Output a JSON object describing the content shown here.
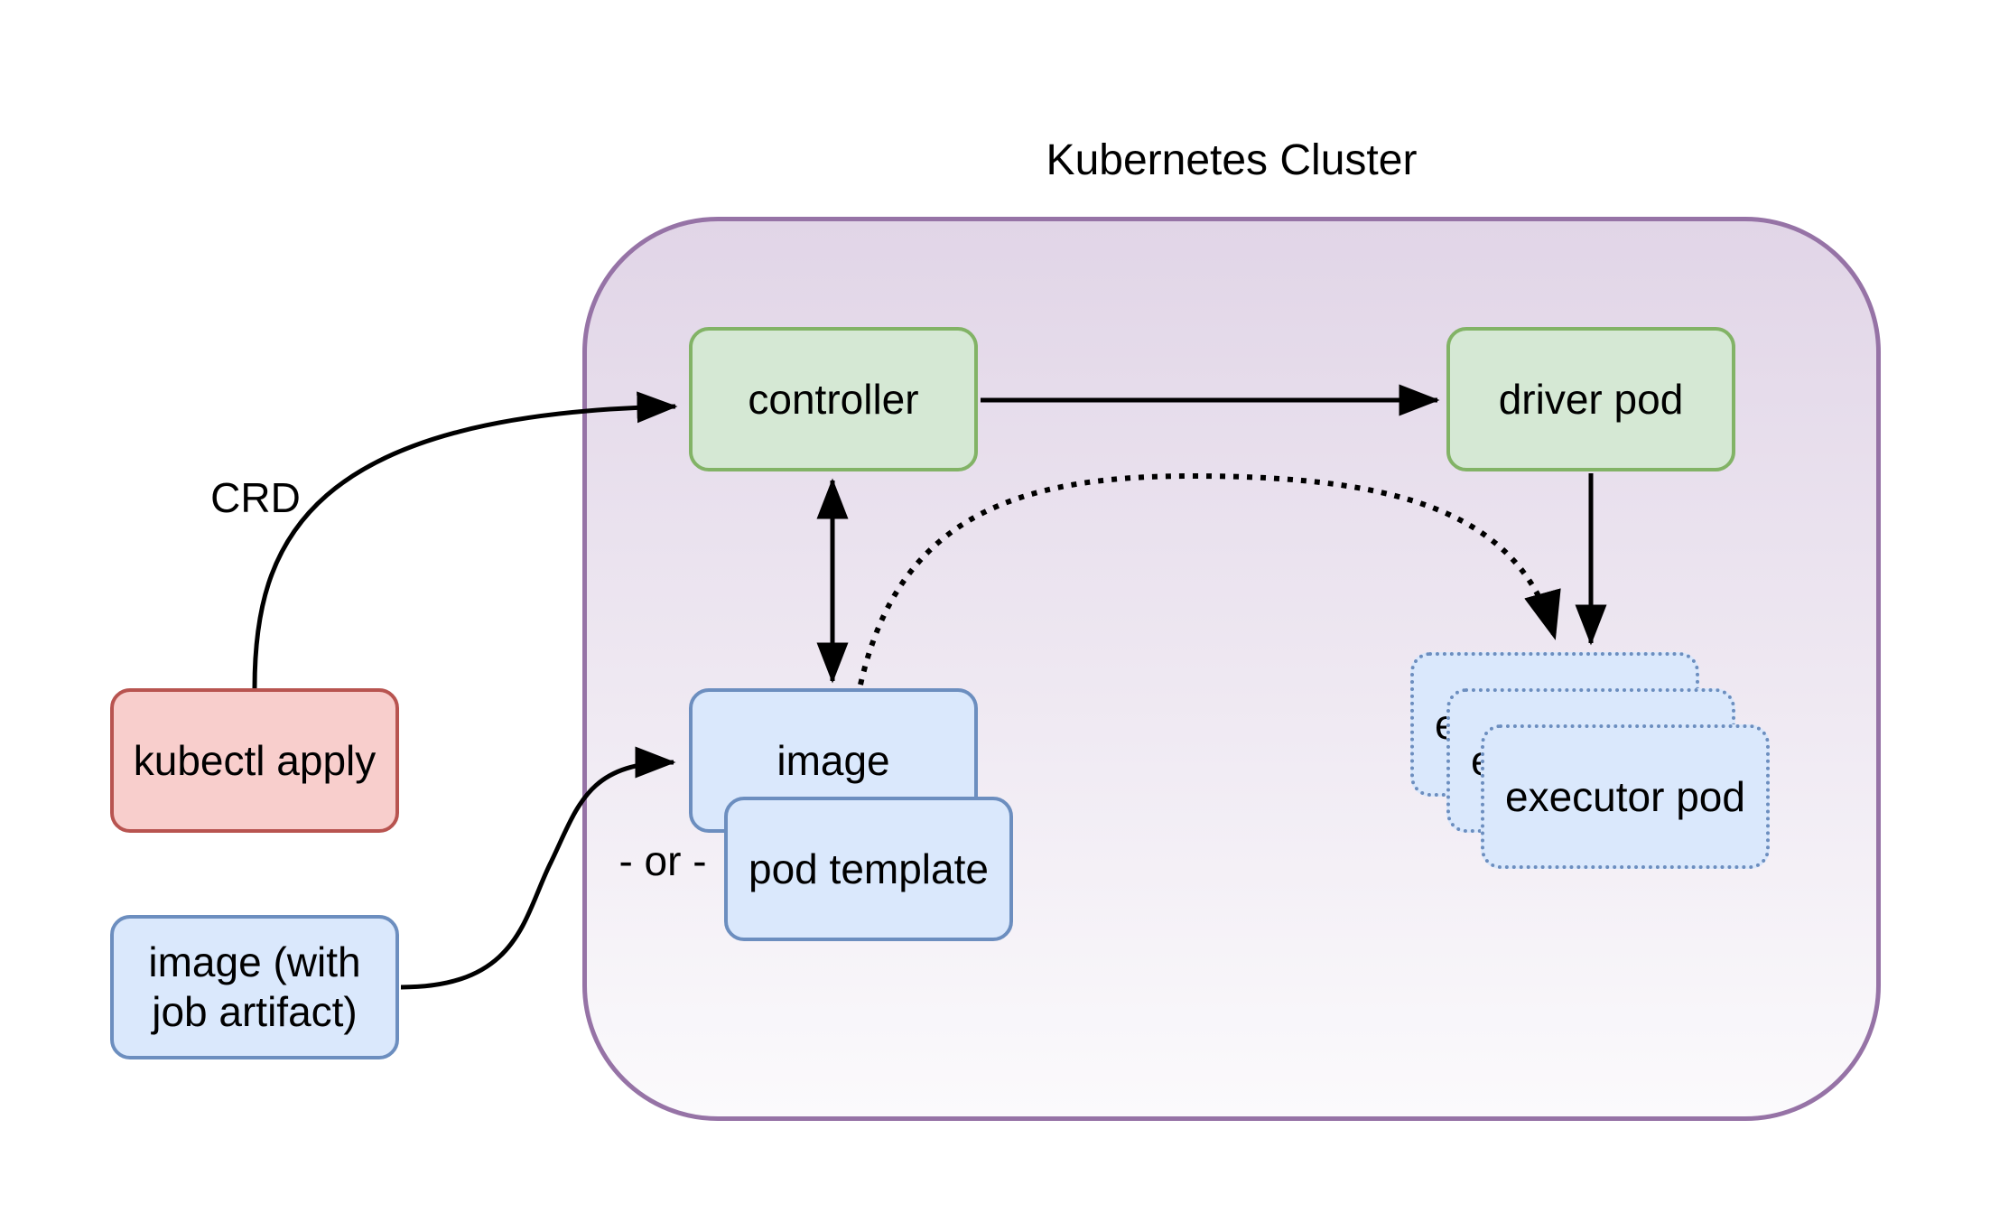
{
  "diagram": {
    "title": "Kubernetes Cluster",
    "labels": {
      "crd": "CRD",
      "or": "- or -"
    },
    "nodes": {
      "controller": {
        "label": "controller"
      },
      "driver_pod": {
        "label": "driver pod"
      },
      "image": {
        "label": "image"
      },
      "pod_template": {
        "label": "pod template"
      },
      "executor_pods": {
        "labels": [
          "executor pod",
          "executor pod",
          "executor pod"
        ]
      },
      "kubectl_apply": {
        "label": "kubectl apply"
      },
      "image_with_job_artifact": {
        "line1": "image (with",
        "line2": "job artifact)"
      }
    },
    "edges": [
      {
        "from": "kubectl apply",
        "to": "controller",
        "style": "solid-curved",
        "label": "CRD"
      },
      {
        "from": "controller",
        "to": "driver pod",
        "style": "solid"
      },
      {
        "from": "controller",
        "to": "image",
        "style": "solid-bidirectional"
      },
      {
        "from": "driver pod",
        "to": "executor pods",
        "style": "solid"
      },
      {
        "from": "image",
        "to": "executor pods",
        "style": "dotted-curved"
      },
      {
        "from": "image (with job artifact)",
        "to": "image",
        "style": "solid-curved",
        "label": "- or -"
      }
    ],
    "colors": {
      "cluster_border": "#9673a6",
      "cluster_gradient_top": "#e1d5e7",
      "cluster_gradient_bottom": "#fbfafc",
      "green_node_fill": "#d5e8d4",
      "green_node_border": "#82b366",
      "blue_node_fill": "#dae8fc",
      "blue_node_border": "#6c8ebf",
      "red_node_fill": "#f8cecc",
      "red_node_border": "#b85450",
      "arrow_color": "#000000",
      "text_color": "#000000"
    }
  }
}
